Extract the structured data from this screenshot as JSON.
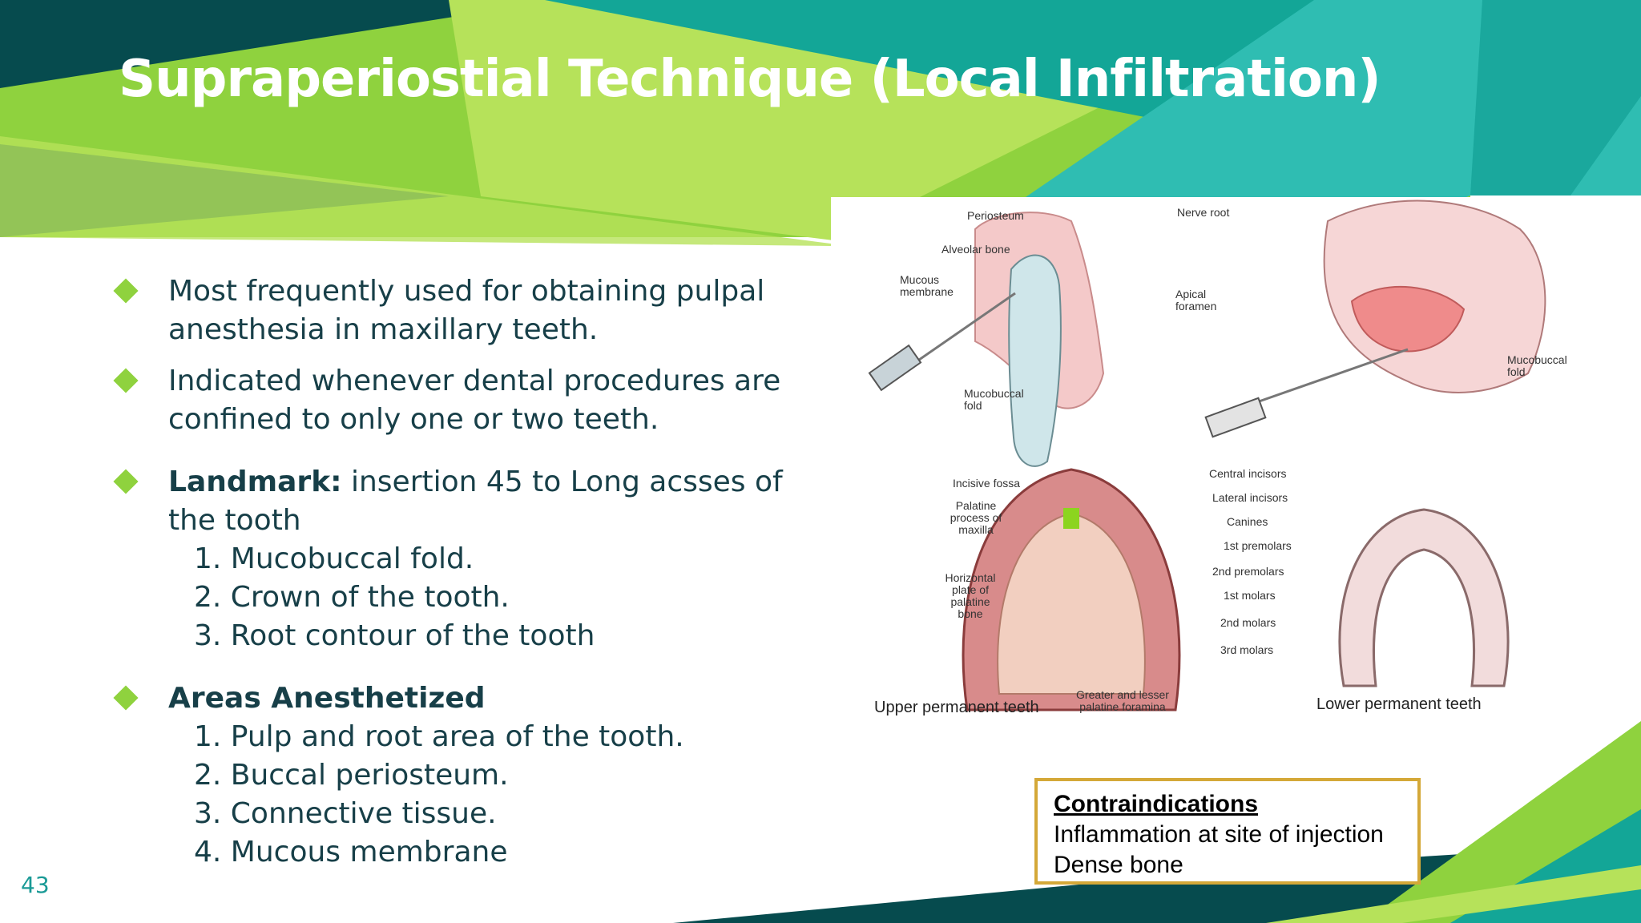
{
  "slide": {
    "title": "Supraperiostial Technique (Local Infiltration)",
    "page_number": "43"
  },
  "bullets": [
    {
      "text": "Most frequently used for obtaining pulpal anesthesia in maxillary teeth."
    },
    {
      "text": "Indicated whenever dental procedures are confined to only one or two teeth."
    },
    {
      "bold": "Landmark:",
      "text": " insertion 45 to Long acsses of the tooth",
      "sub_items": [
        "1. Mucobuccal fold.",
        "2. Crown of the tooth.",
        "3. Root contour of the tooth"
      ]
    },
    {
      "bold": "Areas Anesthetized",
      "sub_items": [
        "1. Pulp and root area of the tooth.",
        "2. Buccal periosteum.",
        "3. Connective tissue.",
        "4. Mucous membrane"
      ]
    }
  ],
  "figure": {
    "labels": {
      "periosteum": "Periosteum",
      "nerve_root": "Nerve root",
      "alveolar_bone": "Alveolar bone",
      "mucous_membrane": "Mucous membrane",
      "apical_foramen": "Apical foramen",
      "mucobuccal_fold_left": "Mucobuccal fold",
      "mucobuccal_fold_right": "Mucobuccal fold",
      "incisive_fossa": "Incisive fossa",
      "palatine_process": "Palatine process of maxilla",
      "horizontal_plate": "Horizontal plate of palatine bone",
      "central_incisors": "Central incisors",
      "lateral_incisors": "Lateral incisors",
      "canines": "Canines",
      "first_premolars": "1st premolars",
      "second_premolars": "2nd premolars",
      "first_molars": "1st molars",
      "second_molars": "2nd molars",
      "third_molars": "3rd molars",
      "palatine_foramina": "Greater and lesser palatine foramina",
      "upper_teeth": "Upper permanent teeth",
      "lower_teeth": "Lower permanent teeth"
    }
  },
  "contraindications": {
    "title": "Contraindications",
    "items": [
      "Inflammation at site of injection",
      "Dense bone"
    ]
  },
  "colors": {
    "dark_teal": "#064b4e",
    "teal": "#13a697",
    "light_green": "#b6e25a",
    "green": "#8fd23e",
    "text": "#173f48",
    "box_border": "#d4a838"
  }
}
